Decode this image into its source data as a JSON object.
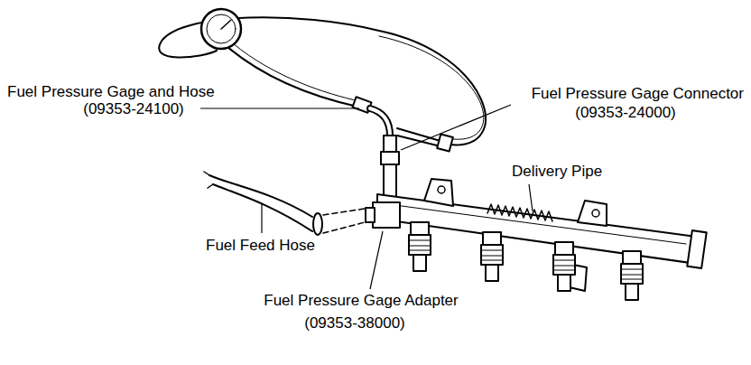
{
  "diagram": {
    "labels": [
      "Fuel Pressure Gage and Hose",
      "(09353-24100)",
      "Fuel Pressure Gage Connector",
      "(09353-24000)",
      "Delivery Pipe",
      "Fuel Feed Hose",
      "Fuel Pressure Gage Adapter",
      "(09353-38000)"
    ]
  }
}
